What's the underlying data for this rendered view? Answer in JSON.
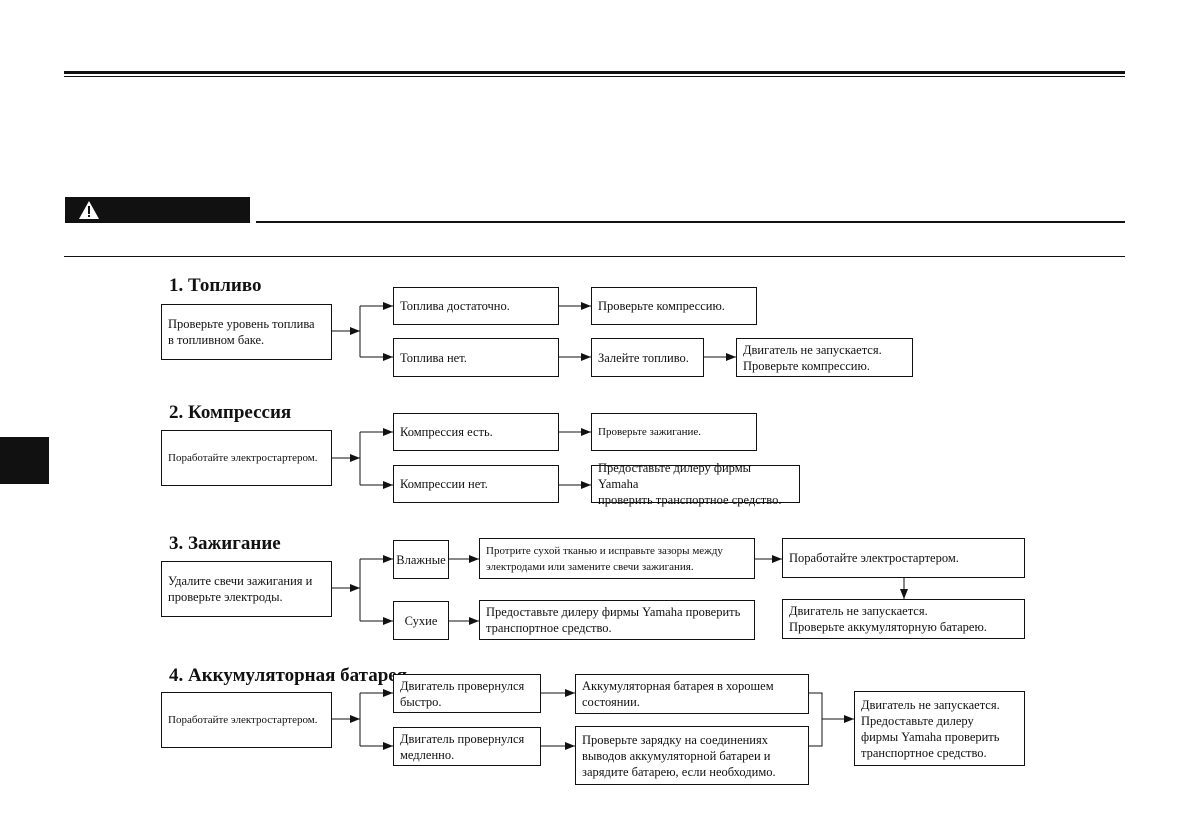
{
  "sections": {
    "fuel": {
      "title": "1. Топливо",
      "start": "Проверьте уровень топлива\nв топливном баке.",
      "ok": "Топлива достаточно.",
      "ok_action": "Проверьте компрессию.",
      "bad": "Топлива нет.",
      "bad_action": "Залейте топливо.",
      "result": "Двигатель не запускается.\nПроверьте компрессию."
    },
    "compression": {
      "title": "2. Компрессия",
      "start": "Поработайте электростартером.",
      "ok": "Компрессия есть.",
      "ok_action": "Проверьте зажигание.",
      "bad": "Компрессии нет.",
      "bad_action": "Предоставьте дилеру фирмы Yamaha\nпроверить транспортное средство."
    },
    "ignition": {
      "title": "3. Зажигание",
      "start": "Удалите свечи зажигания и\nпроверьте электроды.",
      "wet": "Влажные",
      "wet_action": "Протрите сухой тканью и исправьте зазоры между\nэлектродами или замените свечи зажигания.",
      "wet_next": "Поработайте электростартером.",
      "wet_result": "Двигатель не запускается.\nПроверьте аккумуляторную батарею.",
      "dry": "Сухие",
      "dry_action": "Предоставьте дилеру фирмы Yamaha проверить\nтранспортное средство."
    },
    "battery": {
      "title": "4. Аккумуляторная батарея",
      "start": "Поработайте электростартером.",
      "fast": "Двигатель провернулся\nбыстро.",
      "fast_result": "Аккумуляторная батарея в хорошем\nсостоянии.",
      "slow": "Двигатель провернулся\nмедленно.",
      "slow_action": "Проверьте зарядку на соединениях\nвыводов аккумуляторной батареи и\nзарядите батарею, если необходимо.",
      "final": "Двигатель не запускается.\nПредоставьте дилеру\nфирмы Yamaha проверить\nтранспортное средство."
    }
  }
}
